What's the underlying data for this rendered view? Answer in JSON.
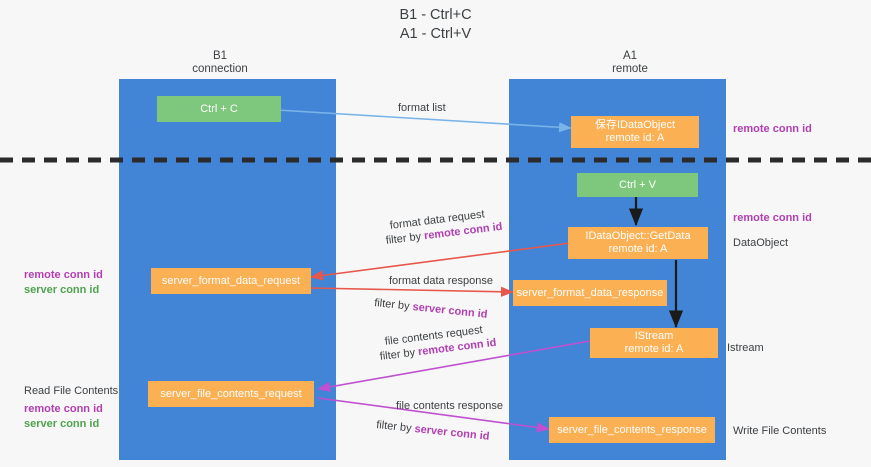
{
  "title": "B1 - Ctrl+C\nA1 - Ctrl+V",
  "columns": [
    {
      "name": "b1",
      "label": "B1\nconnection"
    },
    {
      "name": "a1",
      "label": "A1\nremote"
    }
  ],
  "nodes": [
    {
      "id": "ctrl-c",
      "label": "Ctrl + C"
    },
    {
      "id": "save-idataobject",
      "label": "保存IDataObject\nremote id: A"
    },
    {
      "id": "ctrl-v",
      "label": "Ctrl + V"
    },
    {
      "id": "idataobject-getdata",
      "label": "IDataObject::GetData\nremote id: A"
    },
    {
      "id": "server-format-data-request",
      "label": "server_format_data_request"
    },
    {
      "id": "server-format-data-response",
      "label": "server_format_data_response"
    },
    {
      "id": "istream",
      "label": "IStream\nremote id: A"
    },
    {
      "id": "server-file-contents-request",
      "label": "server_file_contents_request"
    },
    {
      "id": "server-file-contents-response",
      "label": "server_file_contents_response"
    }
  ],
  "edge_labels": {
    "format_list": "format list",
    "format_data_request": "format data request",
    "format_data_request_filter_prefix": "filter by ",
    "format_data_request_filter_key": "remote conn id",
    "format_data_response": "format data response",
    "format_data_response_filter_prefix": "filter by ",
    "format_data_response_filter_key": "server conn id",
    "file_contents_request": "file contents request",
    "file_contents_request_filter_prefix": "filter by ",
    "file_contents_request_filter_key": "remote conn id",
    "file_contents_response": "file contents response",
    "file_contents_response_filter_prefix": "filter by ",
    "file_contents_response_filter_key": "server conn id"
  },
  "side_labels": {
    "left_mid_remote": "remote conn id",
    "left_mid_server": "server conn id",
    "left_read_file_contents": "Read File Contents",
    "left_low_remote": "remote conn id",
    "left_low_server": "server conn id",
    "right_top_remote": "remote conn id",
    "right_mid_remote": "remote conn id",
    "right_dataobject": "DataObject",
    "right_istream": "Istream",
    "right_write_file_contents": "Write File Contents"
  },
  "colors": {
    "lane": "#4285d6",
    "green_node": "#7ec87e",
    "orange_node": "#fbb054",
    "divider": "#2b2b2b",
    "arrow_blue": "#79b4e8",
    "arrow_red": "#e8574c",
    "arrow_purple": "#c050d0",
    "arrow_black": "#1a1a1a",
    "highlight_purple": "#b23fb2",
    "highlight_green": "#4fa24f"
  }
}
